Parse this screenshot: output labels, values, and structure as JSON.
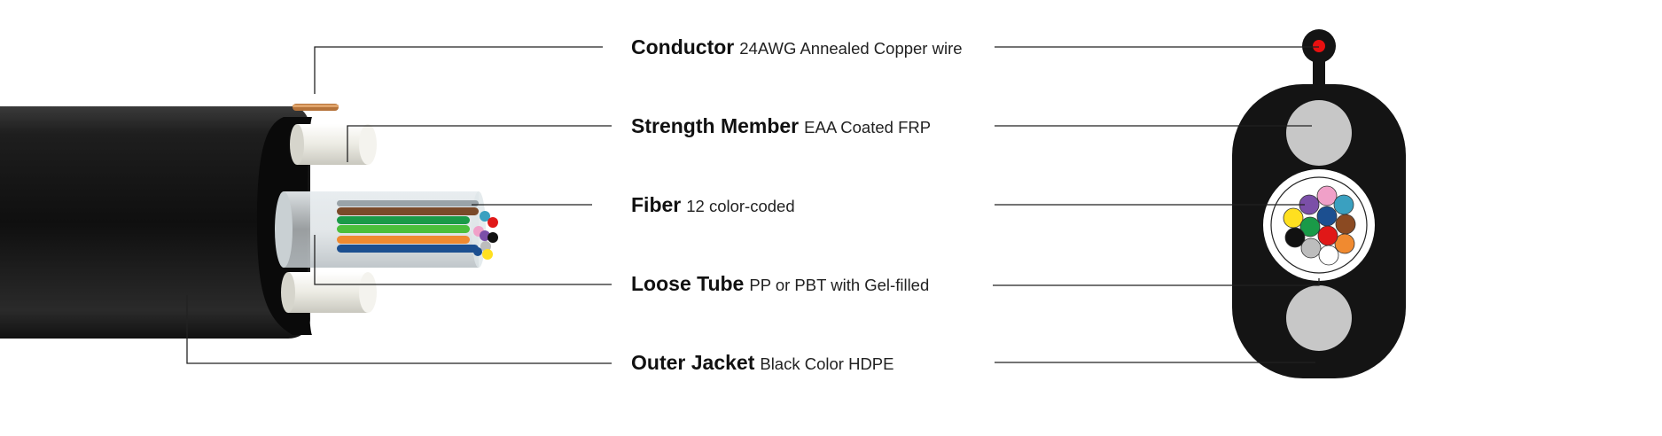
{
  "components": [
    {
      "id": "conductor",
      "name": "Conductor",
      "desc": "24AWG Annealed Copper wire"
    },
    {
      "id": "strength",
      "name": "Strength Member",
      "desc": "EAA Coated FRP"
    },
    {
      "id": "fiber",
      "name": "Fiber",
      "desc": "12 color-coded"
    },
    {
      "id": "tube",
      "name": "Loose Tube",
      "desc": "PP or PBT with Gel-filled"
    },
    {
      "id": "jacket",
      "name": "Outer Jacket",
      "desc": "Black Color HDPE"
    }
  ],
  "fiber_colors": [
    "#7b4fa8",
    "#f0a0c8",
    "#3aa0c0",
    "#ffe020",
    "#1a9a48",
    "#1c4f90",
    "#8b4a22",
    "#111111",
    "#f08a30",
    "#bdbdbd",
    "#e01818",
    "#ffffff"
  ],
  "colors": {
    "jacket": "#141414",
    "conductor": "#e81010",
    "strength": "#c7c7c7",
    "leader": "#222222"
  }
}
